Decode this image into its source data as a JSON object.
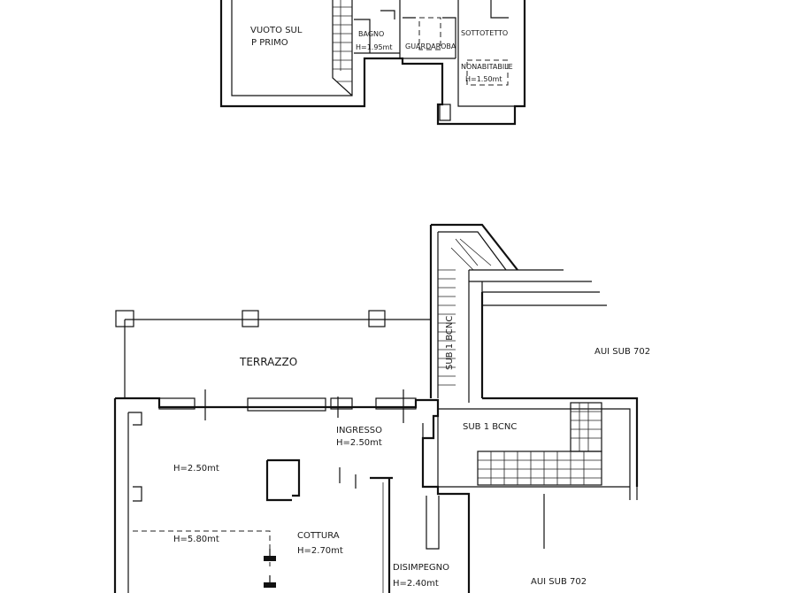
{
  "upper_floor": {
    "vuoto_line1": "VUOTO SUL",
    "vuoto_line2": "P PRIMO",
    "bagno": "BAGNO",
    "bagno_h": "H=1.95mt",
    "guardaroba": "GUARDAROBA",
    "sottotetto": "SOTTOTETTO",
    "non_abitabile": "NONABITABILE",
    "sottotetto_h": "H=1.50mt"
  },
  "ground_floor": {
    "terrazzo": "TERRAZZO",
    "ingresso": "INGRESSO",
    "ingresso_h": "H=2.50mt",
    "living_h": "H=2.50mt",
    "double_h": "H=5.80mt",
    "cottura": "COTTURA",
    "cottura_h": "H=2.70mt",
    "disimpegno": "DISIMPEGNO",
    "disimpegno_h": "H=2.40mt",
    "sub1_vertical": "SUB 1 BCNC",
    "sub1_box": "SUB 1 BCNC",
    "aui_top": "AUI SUB 702",
    "aui_bottom": "AUI SUB 702"
  }
}
